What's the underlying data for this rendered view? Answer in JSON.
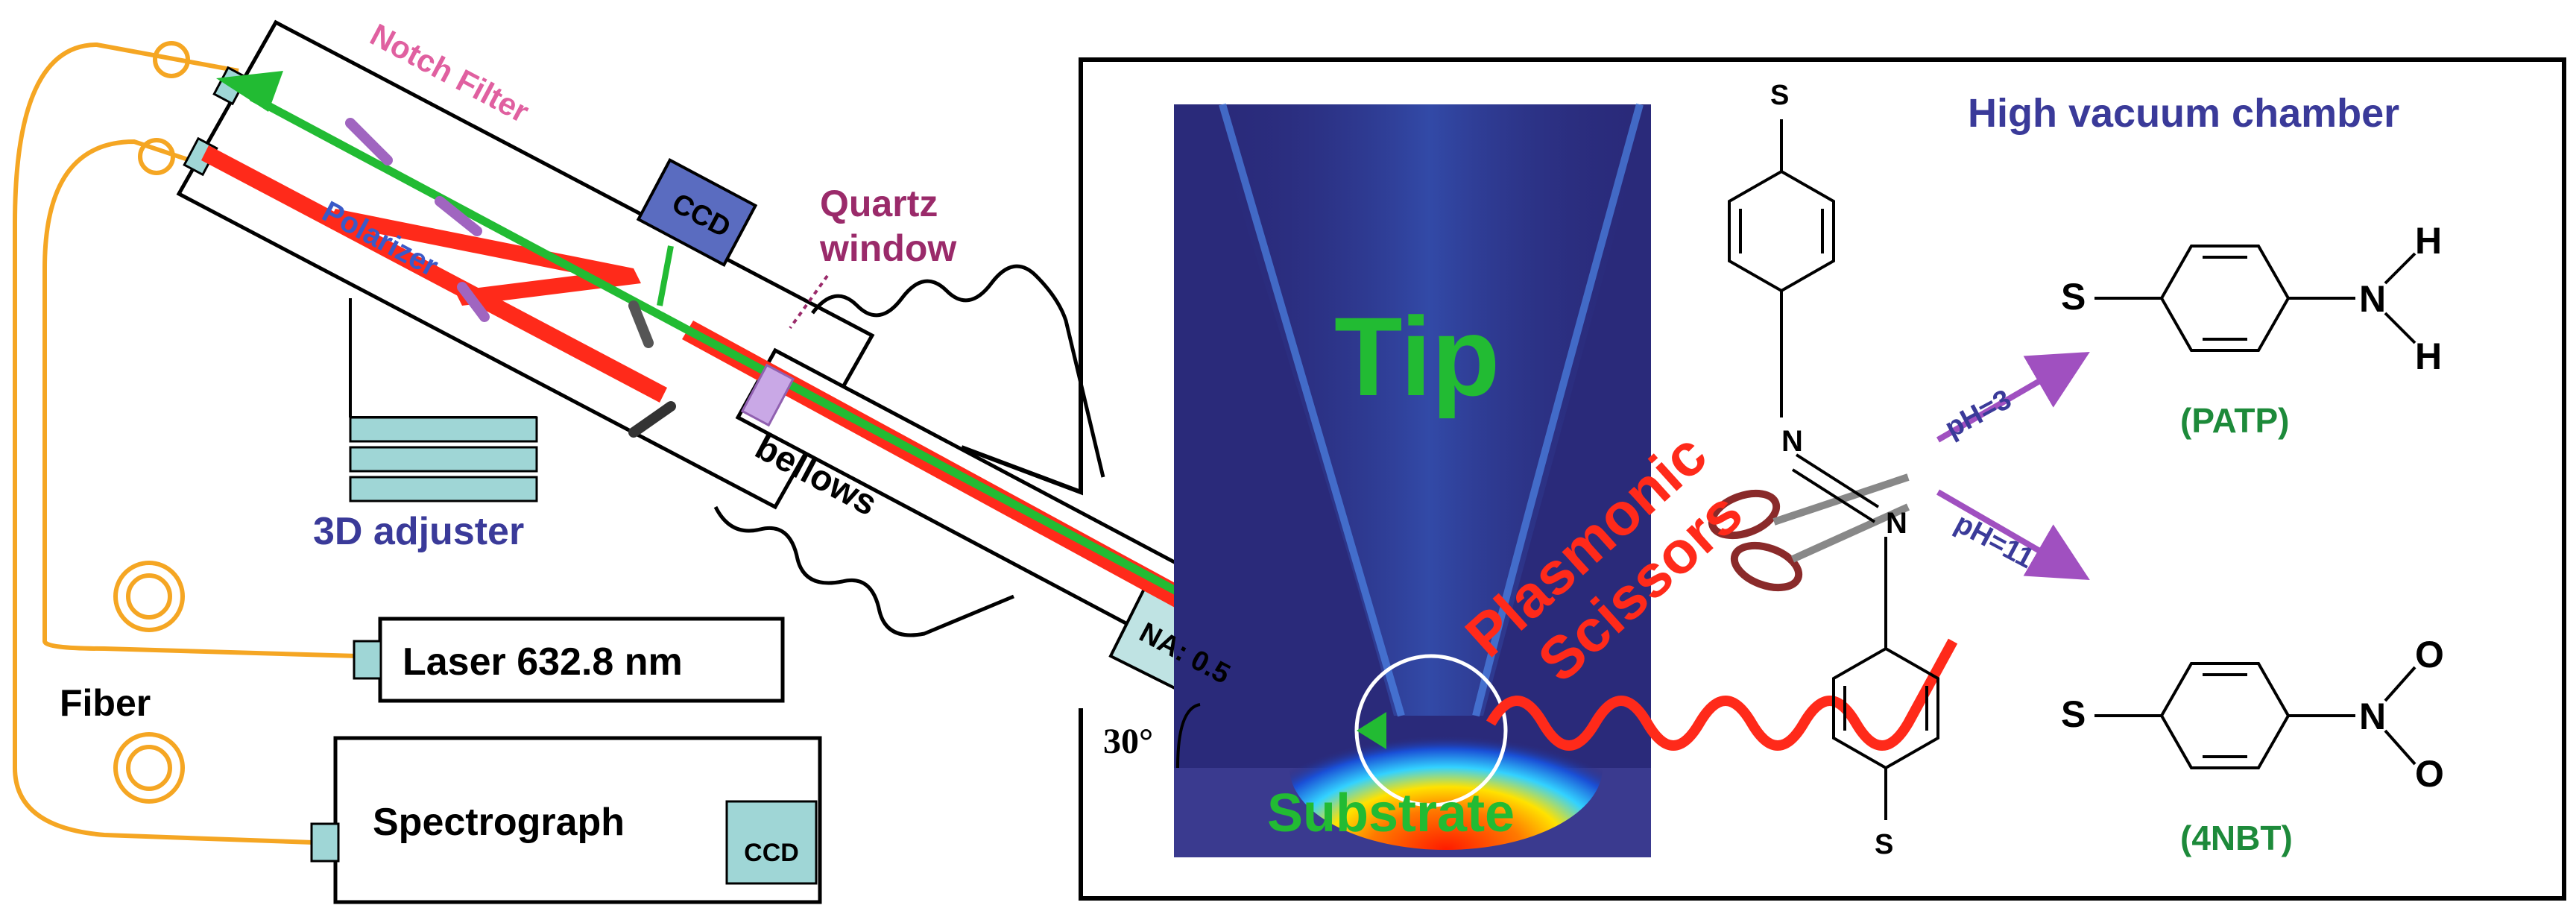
{
  "labels": {
    "notch_filter": "Notch Filter",
    "polarizer": "Polarizer",
    "ccd_top": "CCD",
    "quartz_line1": "Quartz",
    "quartz_line2": "window",
    "adjuster": "3D adjuster",
    "bellows": "bellows",
    "na": "NA: 0.5",
    "angle": "30°",
    "fiber": "Fiber",
    "laser": "Laser 632.8 nm",
    "spectrograph": "Spectrograph",
    "ccd_spectro": "CCD",
    "chamber": "High vacuum chamber",
    "tip": "Tip",
    "substrate": "Substrate",
    "plasmonic": "Plasmonic",
    "scissors": "Scissors",
    "s_top": "S",
    "s_bottom": "S",
    "n_upper": "N",
    "n_lower": "N",
    "ph3": "pH=3",
    "ph11": "pH=11",
    "patp_s": "S",
    "patp_n": "N",
    "patp_h1": "H",
    "patp_h2": "H",
    "patp_name": "(PATP)",
    "nbt_s": "S",
    "nbt_n": "N",
    "nbt_o1": "O",
    "nbt_o2": "O",
    "nbt_name": "(4NBT)"
  },
  "colors": {
    "fiber": "#f5a623",
    "laser_beam": "#ff2a1a",
    "signal_beam": "#22bb33",
    "chamber_bg": "#2a2a7a",
    "purple_label": "#9a2a6a",
    "blue_label": "#3a3a99",
    "green_label": "#1d8a3a",
    "arrow": "#a050c0"
  }
}
